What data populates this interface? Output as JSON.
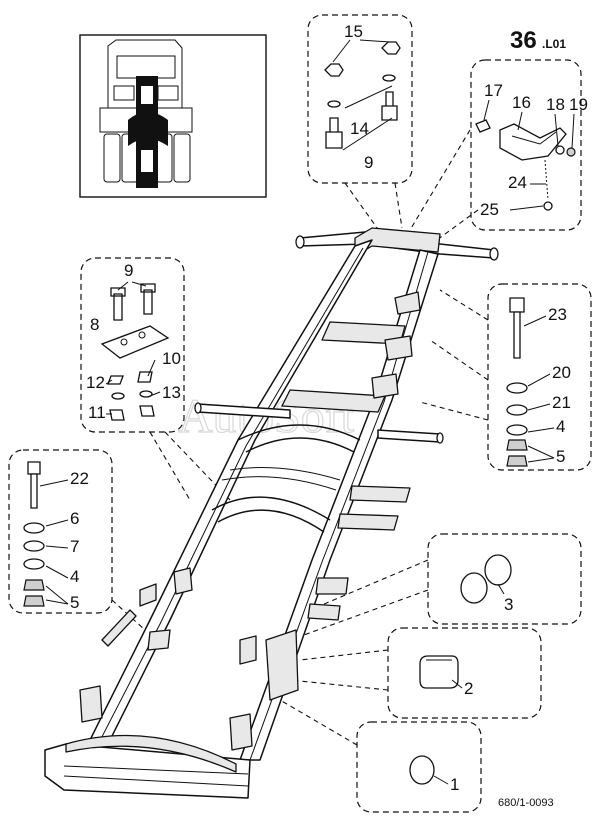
{
  "page_ref": {
    "number": "36",
    "suffix": ".L01"
  },
  "drawing_code": "680/1-0093",
  "watermark": "AutoSoft",
  "callouts": {
    "box_top": [
      "15",
      "14",
      "9"
    ],
    "box_bracket": [
      "17",
      "16",
      "18",
      "19",
      "24",
      "25"
    ],
    "box_plate": [
      "9",
      "8",
      "10",
      "12",
      "13",
      "11"
    ],
    "box_bolt_left": [
      "22",
      "6",
      "7",
      "4",
      "5"
    ],
    "box_bolt_right": [
      "23",
      "20",
      "21",
      "4",
      "5"
    ],
    "box_cap_round": [
      "3"
    ],
    "box_cap_rect": [
      "2"
    ],
    "box_cap_single": [
      "1"
    ]
  }
}
